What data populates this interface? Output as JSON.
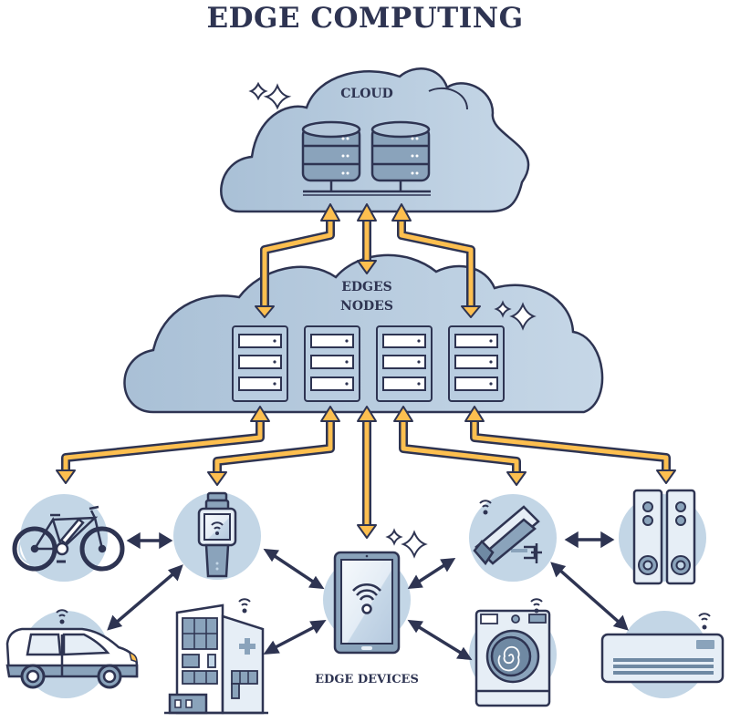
{
  "title": "EDGE COMPUTING",
  "labels": {
    "cloud": "CLOUD",
    "nodes_line1": "EDGES",
    "nodes_line2": "NODES",
    "devices": "EDGE DEVICES"
  },
  "tiers": [
    {
      "name": "cloud",
      "label": "CLOUD",
      "database_servers": 2,
      "disks_per_server": 3
    },
    {
      "name": "edge-nodes",
      "label": "EDGES NODES",
      "server_racks": 4,
      "units_per_rack": 3
    },
    {
      "name": "edge-devices",
      "label": "EDGE DEVICES",
      "devices": [
        "bicycle",
        "smartwatch",
        "car",
        "hospital-building",
        "tablet",
        "security-camera",
        "speakers",
        "washing-machine",
        "air-conditioner"
      ]
    }
  ],
  "colors": {
    "ink": "#2e3452",
    "cloud_fill": "#b9cde0",
    "cloud_shade": "#94adc6",
    "circle_bg": "#c3d6e6",
    "arrow_yellow": "#fdbf4f",
    "device_fill": "#e6eef6",
    "device_mid": "#7e98b2"
  }
}
